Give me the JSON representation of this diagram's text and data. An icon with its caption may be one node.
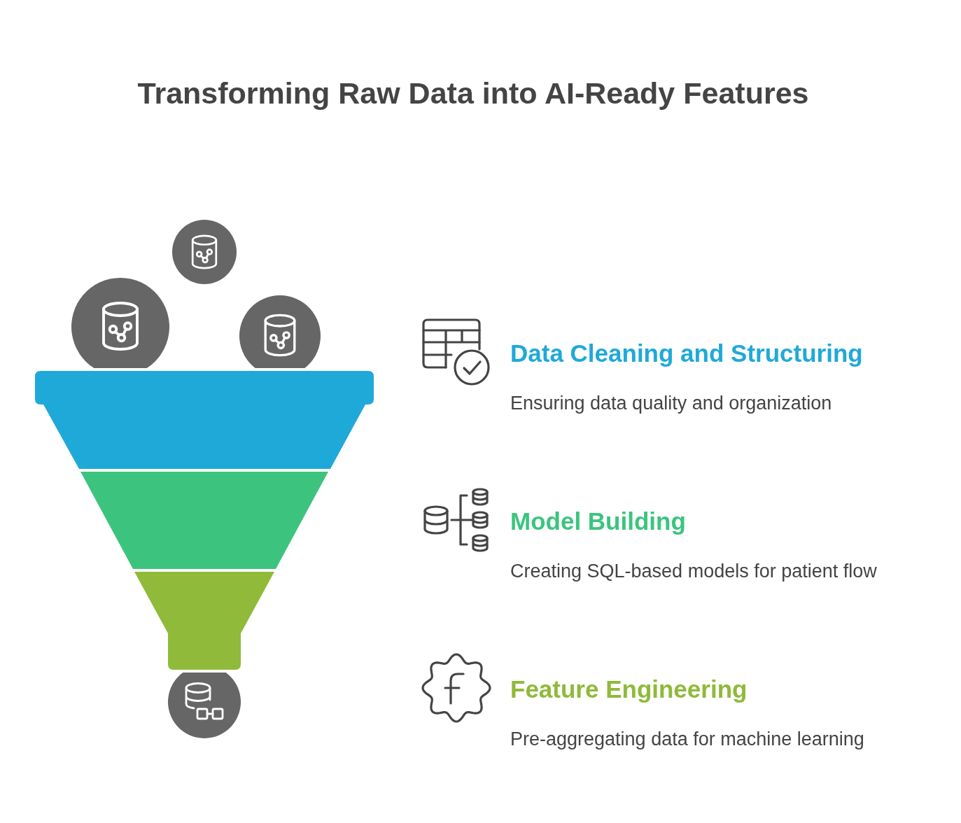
{
  "diagram": {
    "title": "Transforming Raw Data into AI-Ready Features",
    "labels": [
      "Data Cleaning and Structuring",
      "Ensuring data quality and organization",
      "Model Building",
      "Creating SQL-based models for patient flow",
      "Feature Engineering",
      "Pre-aggregating data for machine learning"
    ]
  }
}
